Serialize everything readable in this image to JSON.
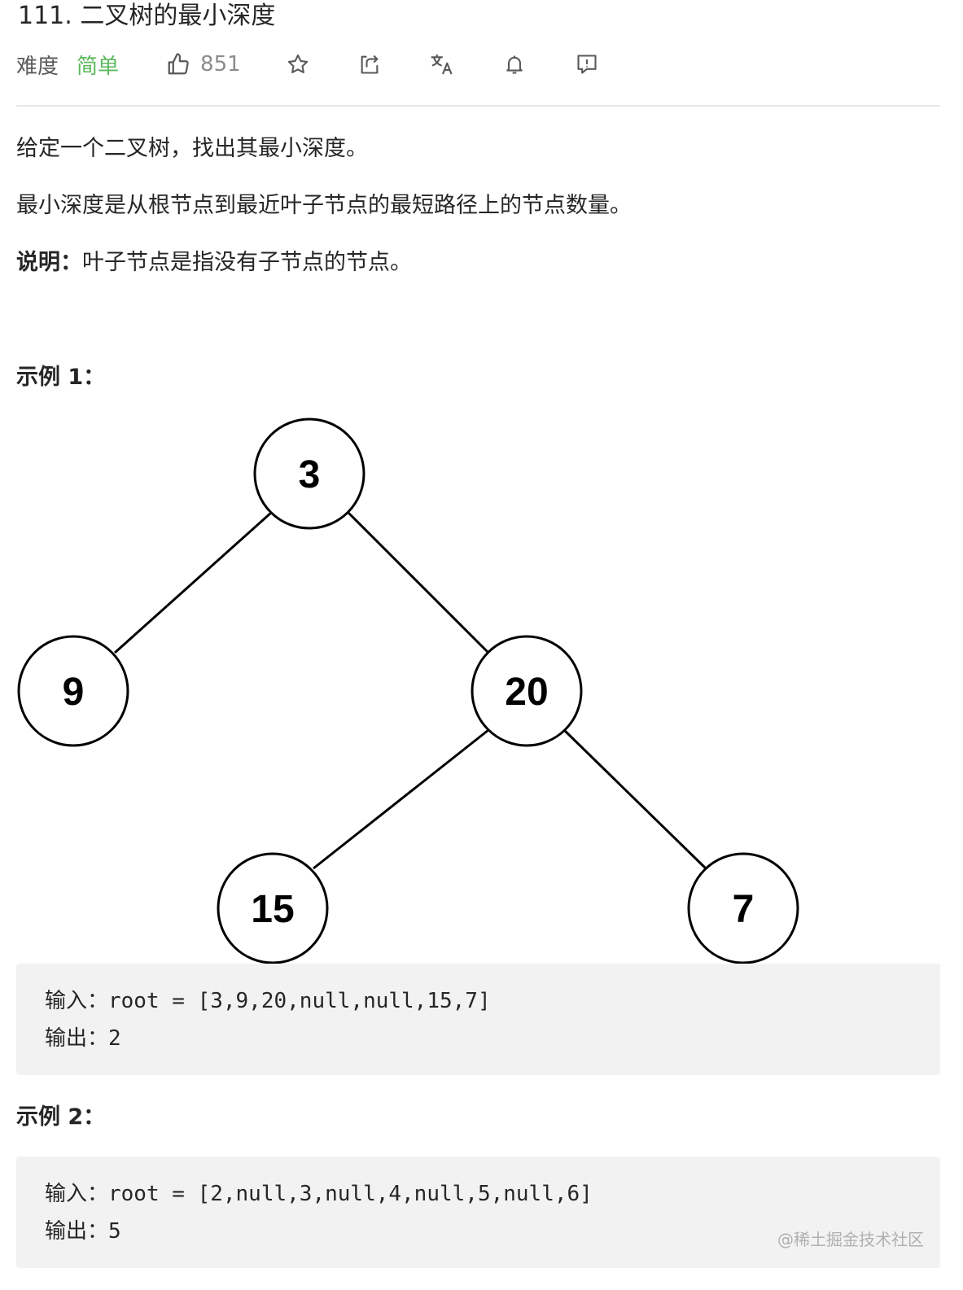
{
  "problem": {
    "title": "111. 二叉树的最小深度",
    "difficulty_label": "难度",
    "difficulty_value": "简单",
    "likes": "851"
  },
  "toolbar_icons": [
    "thumbs-up-icon",
    "star-icon",
    "share-icon",
    "translate-icon",
    "bell-icon",
    "feedback-icon"
  ],
  "description": {
    "line1": "给定一个二叉树，找出其最小深度。",
    "line2": "最小深度是从根节点到最近叶子节点的最短路径上的节点数量。",
    "note_label": "说明：",
    "note_text": "叶子节点是指没有子节点的节点。"
  },
  "example1": {
    "title": "示例 1：",
    "tree_nodes": [
      "3",
      "9",
      "20",
      "15",
      "7"
    ],
    "input": "输入：root = [3,9,20,null,null,15,7]",
    "output": "输出：2"
  },
  "example2": {
    "title": "示例 2：",
    "input": "输入：root = [2,null,3,null,4,null,5,null,6]",
    "output": "输出：5"
  },
  "watermark": "@稀土掘金技术社区",
  "colors": {
    "easy_green": "#5cb85c",
    "text": "#262626",
    "muted": "#8c8c8c",
    "code_bg": "#f2f2f2"
  }
}
